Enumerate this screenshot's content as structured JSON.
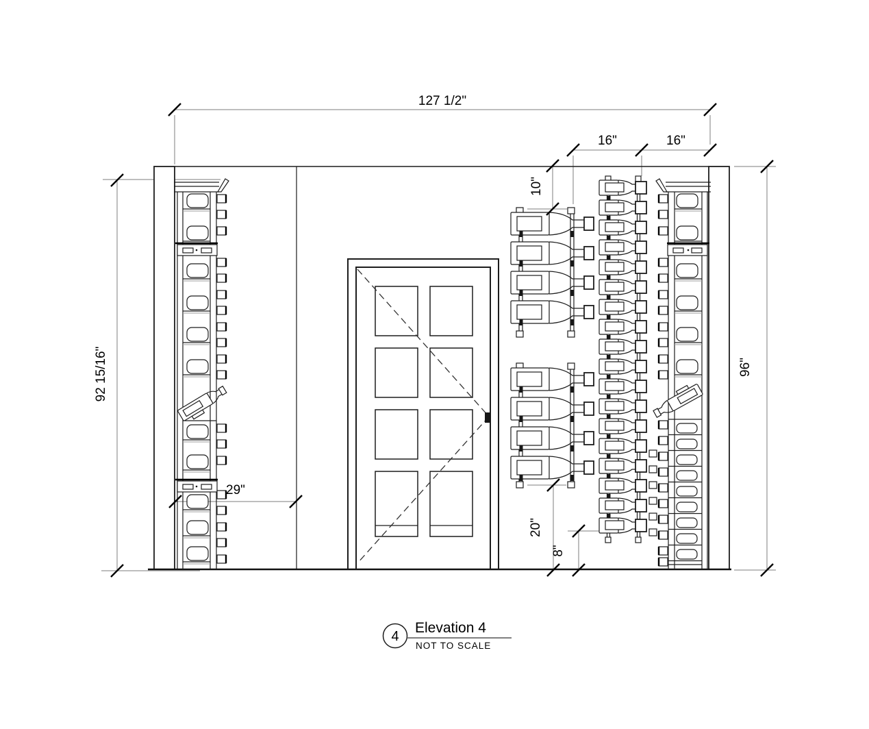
{
  "drawing_type": "interior wall elevation, wine cellar",
  "dimensions": {
    "overall_width": "127 1/2\"",
    "rack_spacing_1": "16\"",
    "rack_spacing_2": "16\"",
    "top_clearance": "10\"",
    "left_height": "92 15/16\"",
    "right_height": "96\"",
    "left_section_width": "29\"",
    "bottle_group_bottom_clearance": "20\"",
    "column_bottom_clearance": "8\""
  },
  "title_block": {
    "detail_number": "4",
    "title": "Elevation 4",
    "subtitle": "NOT TO SCALE"
  },
  "counts": {
    "dense_column_bottles": 18,
    "bottle_groups": 2,
    "bottles_per_group": 4,
    "door_panel_columns": 2,
    "door_panel_rows": 4
  },
  "colors": {
    "line": "#1c1c1c",
    "dimension_line": "#7d7d7d",
    "background": "#ffffff"
  }
}
